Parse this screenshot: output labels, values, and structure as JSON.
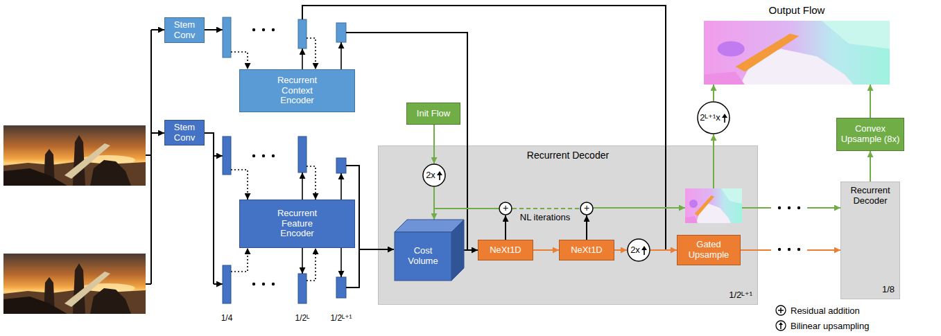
{
  "diagram": {
    "nodes": [
      {
        "text": [
          "Stem Conv"
        ]
      },
      {
        "text": [
          "Recurrent Context Encoder"
        ]
      },
      {
        "text": [
          "Stem Conv"
        ]
      },
      {
        "text": [
          "Recurrent Feature Encoder"
        ]
      },
      {
        "text": [
          "Init Flow"
        ]
      },
      {
        "text": [
          "Recurrent Decoder",
          "1/2ᴸ⁺¹"
        ]
      },
      {
        "text": [
          "2x"
        ],
        "in": 5
      },
      {
        "text": [
          "Cost Volume"
        ],
        "in": 5
      },
      {
        "text": [
          "+"
        ],
        "in": 5
      },
      {
        "text": [
          "+"
        ],
        "in": 5
      },
      {
        "text": [
          "NeXt1D"
        ],
        "in": 5
      },
      {
        "text": [
          "NeXt1D"
        ],
        "in": 5
      },
      {
        "text": [
          "2x"
        ],
        "in": 5
      },
      {
        "text": [
          "Gated Upsample"
        ],
        "in": 5
      },
      {
        "text": [
          "Output Flow"
        ]
      },
      {
        "text": [
          "2ᴸ⁺¹x"
        ]
      },
      {
        "text": [
          "Convex Upsample (8x)"
        ]
      },
      {
        "text": [
          "Recurrent Decoder",
          "1/8"
        ]
      }
    ],
    "edges": [
      {
        "from": 4,
        "to": 6,
        "arrow": "to"
      },
      {
        "from": 6,
        "to": 7,
        "arrow": "to"
      },
      {
        "from": 6,
        "to": 8,
        "arrow": "none"
      },
      {
        "from": 8,
        "to": 9,
        "arrow": "none"
      },
      {
        "from": 7,
        "to": 10,
        "arrow": "to"
      },
      {
        "from": 10,
        "to": 8,
        "arrow": "to"
      },
      {
        "from": 10,
        "to": 11,
        "arrow": "to"
      },
      {
        "from": 11,
        "to": 9,
        "arrow": "to"
      },
      {
        "from": 11,
        "to": 12,
        "arrow": "to"
      },
      {
        "from": 12,
        "to": 13,
        "arrow": "to"
      },
      {
        "from": 15,
        "to": 14,
        "arrow": "to"
      },
      {
        "from": 16,
        "to": 14,
        "arrow": "to"
      },
      {
        "from": 17,
        "to": 16,
        "arrow": "to"
      },
      {
        "from": 13,
        "to": 17,
        "arrow": "to"
      }
    ],
    "labels": [
      "1/4",
      "1/2ᴸ",
      "1/2ᴸ⁺¹",
      "NL iterations"
    ],
    "legend": [
      {
        "text": "Residual addition"
      },
      {
        "text": "Bilinear upsampling"
      }
    ]
  }
}
